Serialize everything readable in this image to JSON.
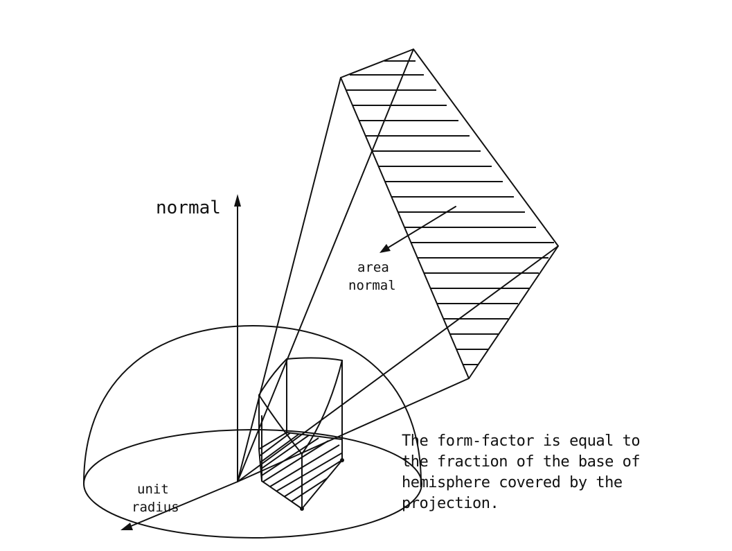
{
  "labels": {
    "normal": "normal",
    "area_normal_line1": "area",
    "area_normal_line2": "normal",
    "unit_radius_line1": "unit",
    "unit_radius_line2": "radius"
  },
  "caption": {
    "lines": [
      "The form-factor is equal to",
      "the fraction of the base of",
      "hemisphere covered by the",
      "projection."
    ]
  }
}
